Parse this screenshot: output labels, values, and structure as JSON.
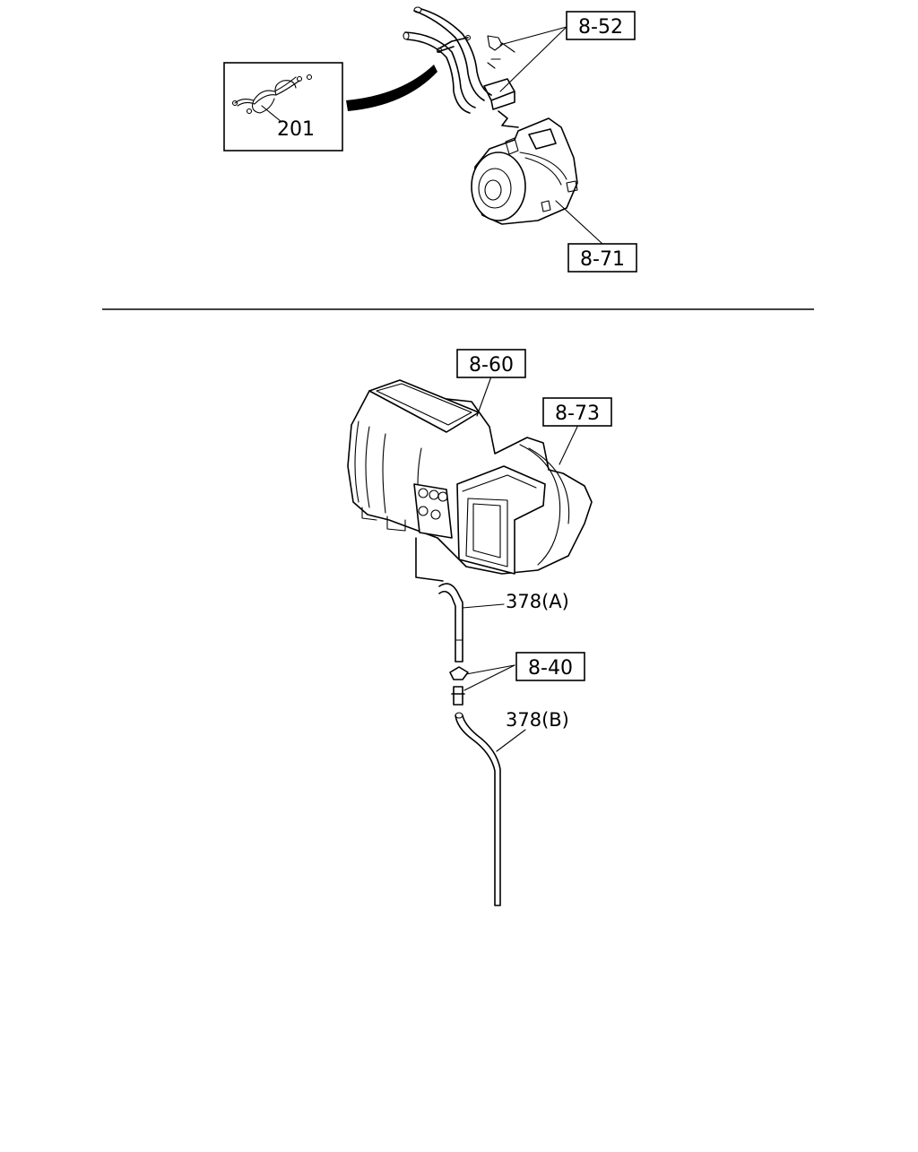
{
  "top_section": {
    "inset_part_number": "201",
    "callouts": [
      "8-52",
      "8-71"
    ]
  },
  "bottom_section": {
    "callouts": [
      "8-60",
      "8-73",
      "8-40"
    ],
    "part_labels": [
      "378(A)",
      "378(B)"
    ]
  }
}
